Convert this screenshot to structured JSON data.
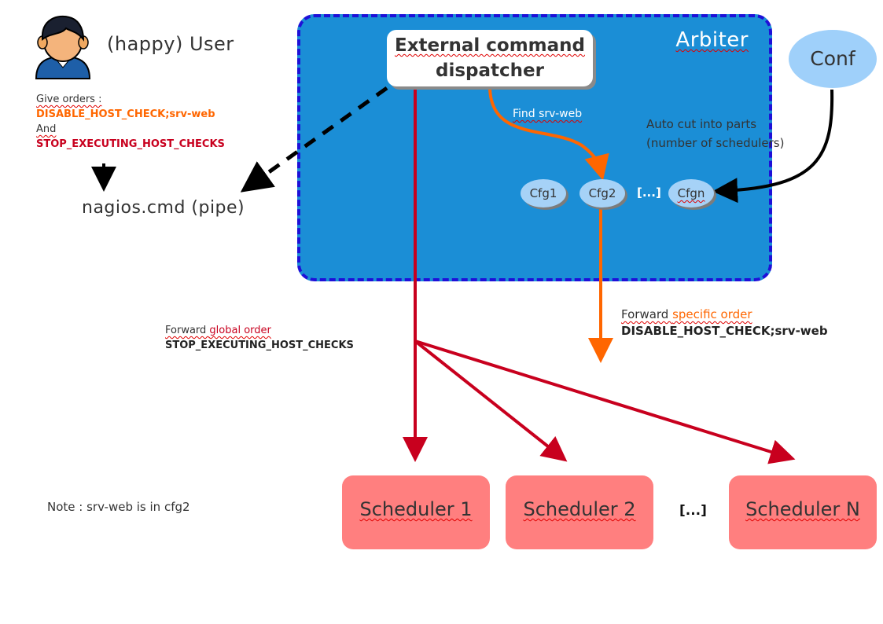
{
  "user": {
    "label": "(happy) User",
    "icon": "user-avatar-icon"
  },
  "user_orders": {
    "intro": "Give orders :",
    "order1": "DISABLE_HOST_CHECK;srv-web",
    "conjunction": "And",
    "order2": "STOP_EXECUTING_HOST_CHECKS"
  },
  "pipe": {
    "label": "nagios.cmd (pipe)"
  },
  "arbiter": {
    "label": "Arbiter",
    "dispatcher_line1": "External command",
    "dispatcher_line2": "dispatcher",
    "find_label": "Find srv-web",
    "auto_cut_line1": "Auto cut into parts",
    "auto_cut_line2": "(number of schedulers)",
    "cfgs": [
      "Cfg1",
      "Cfg2",
      "[...]",
      "Cfgn"
    ]
  },
  "conf": {
    "label": "Conf"
  },
  "global_order": {
    "prefix": "Forward ",
    "highlight": "global order",
    "command": "STOP_EXECUTING_HOST_CHECKS"
  },
  "specific_order": {
    "prefix": "Forward ",
    "highlight": "specific order",
    "command": "DISABLE_HOST_CHECK;srv-web"
  },
  "schedulers": [
    "Scheduler 1",
    "Scheduler 2",
    "[...]",
    "Scheduler N"
  ],
  "note": "Note : srv-web is in cfg2",
  "colors": {
    "arbiter_fill": "#1b8ed6",
    "arbiter_border": "#1e10d8",
    "scheduler_fill": "#ff7f7f",
    "cfg_fill": "#a6d2f7",
    "global_arrow": "#c8001e",
    "specific_arrow": "#ff6600"
  }
}
